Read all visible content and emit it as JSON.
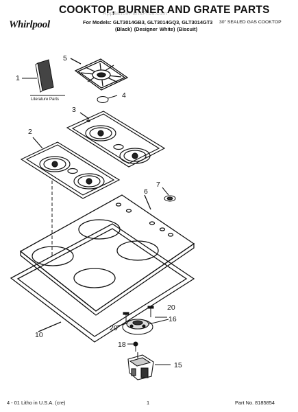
{
  "header": {
    "title": "COOKTOP, BURNER AND GRATE PARTS",
    "models": "For Models: GLT3014GB3, GLT3014GQ3, GLT3014GT3",
    "finishes": "(Black)    (Designer White)  (Biscuit)",
    "product": "30\" SEALED GAS COOKTOP",
    "brand": "Whirlpool",
    "watermark": "AppliancePartsPros.com"
  },
  "diagram": {
    "literature_label": "Literature Parts",
    "callouts": [
      "1",
      "2",
      "3",
      "4",
      "5",
      "6",
      "7",
      "10",
      "15",
      "16",
      "18",
      "20",
      "20"
    ]
  },
  "footer": {
    "left": "4 - 01 Litho in U.S.A. (cre)",
    "page": "1",
    "part_no": "Part No. 8185854"
  }
}
